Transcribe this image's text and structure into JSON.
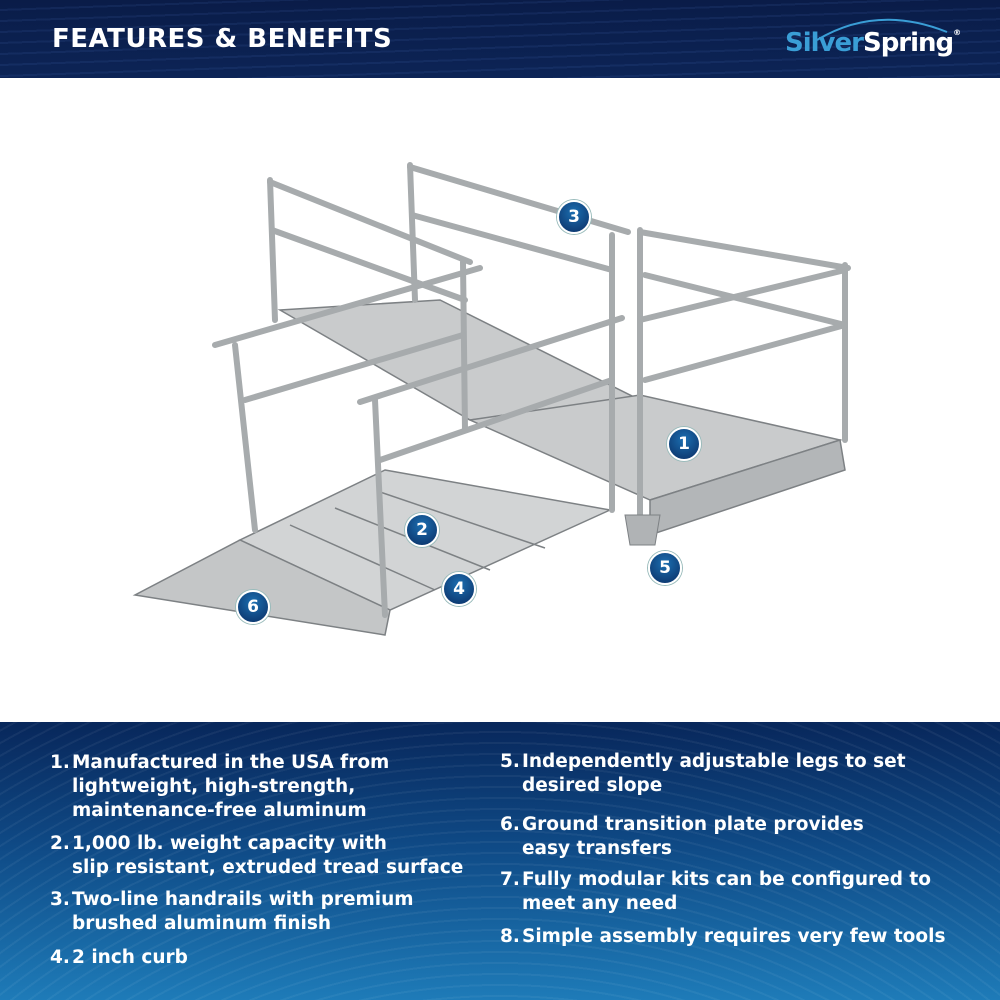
{
  "header": {
    "title": "FEATURES & BENEFITS",
    "logo": {
      "part1": "Silver",
      "part2": "Spring",
      "reg": "®"
    }
  },
  "badges": [
    "1",
    "2",
    "3",
    "4",
    "5",
    "6"
  ],
  "features": [
    {
      "num": "1.",
      "text": "Manufactured in the USA from\nlightweight, high-strength,\nmaintenance-free aluminum"
    },
    {
      "num": "2.",
      "text": "1,000 lb. weight capacity with\nslip resistant, extruded tread surface"
    },
    {
      "num": "3.",
      "text": "Two-line handrails with premium\nbrushed aluminum finish"
    },
    {
      "num": "4.",
      "text": "2 inch curb"
    },
    {
      "num": "5.",
      "text": "Independently adjustable legs to set\ndesired slope"
    },
    {
      "num": "6.",
      "text": "Ground transition plate provides\neasy transfers"
    },
    {
      "num": "7.",
      "text": "Fully modular kits can be configured to\nmeet any need"
    },
    {
      "num": "8.",
      "text": "Simple assembly requires very few tools"
    }
  ],
  "colors": {
    "header": "#0a1c48",
    "accent": "#3a9ed6",
    "badge": "#0a2d63"
  }
}
